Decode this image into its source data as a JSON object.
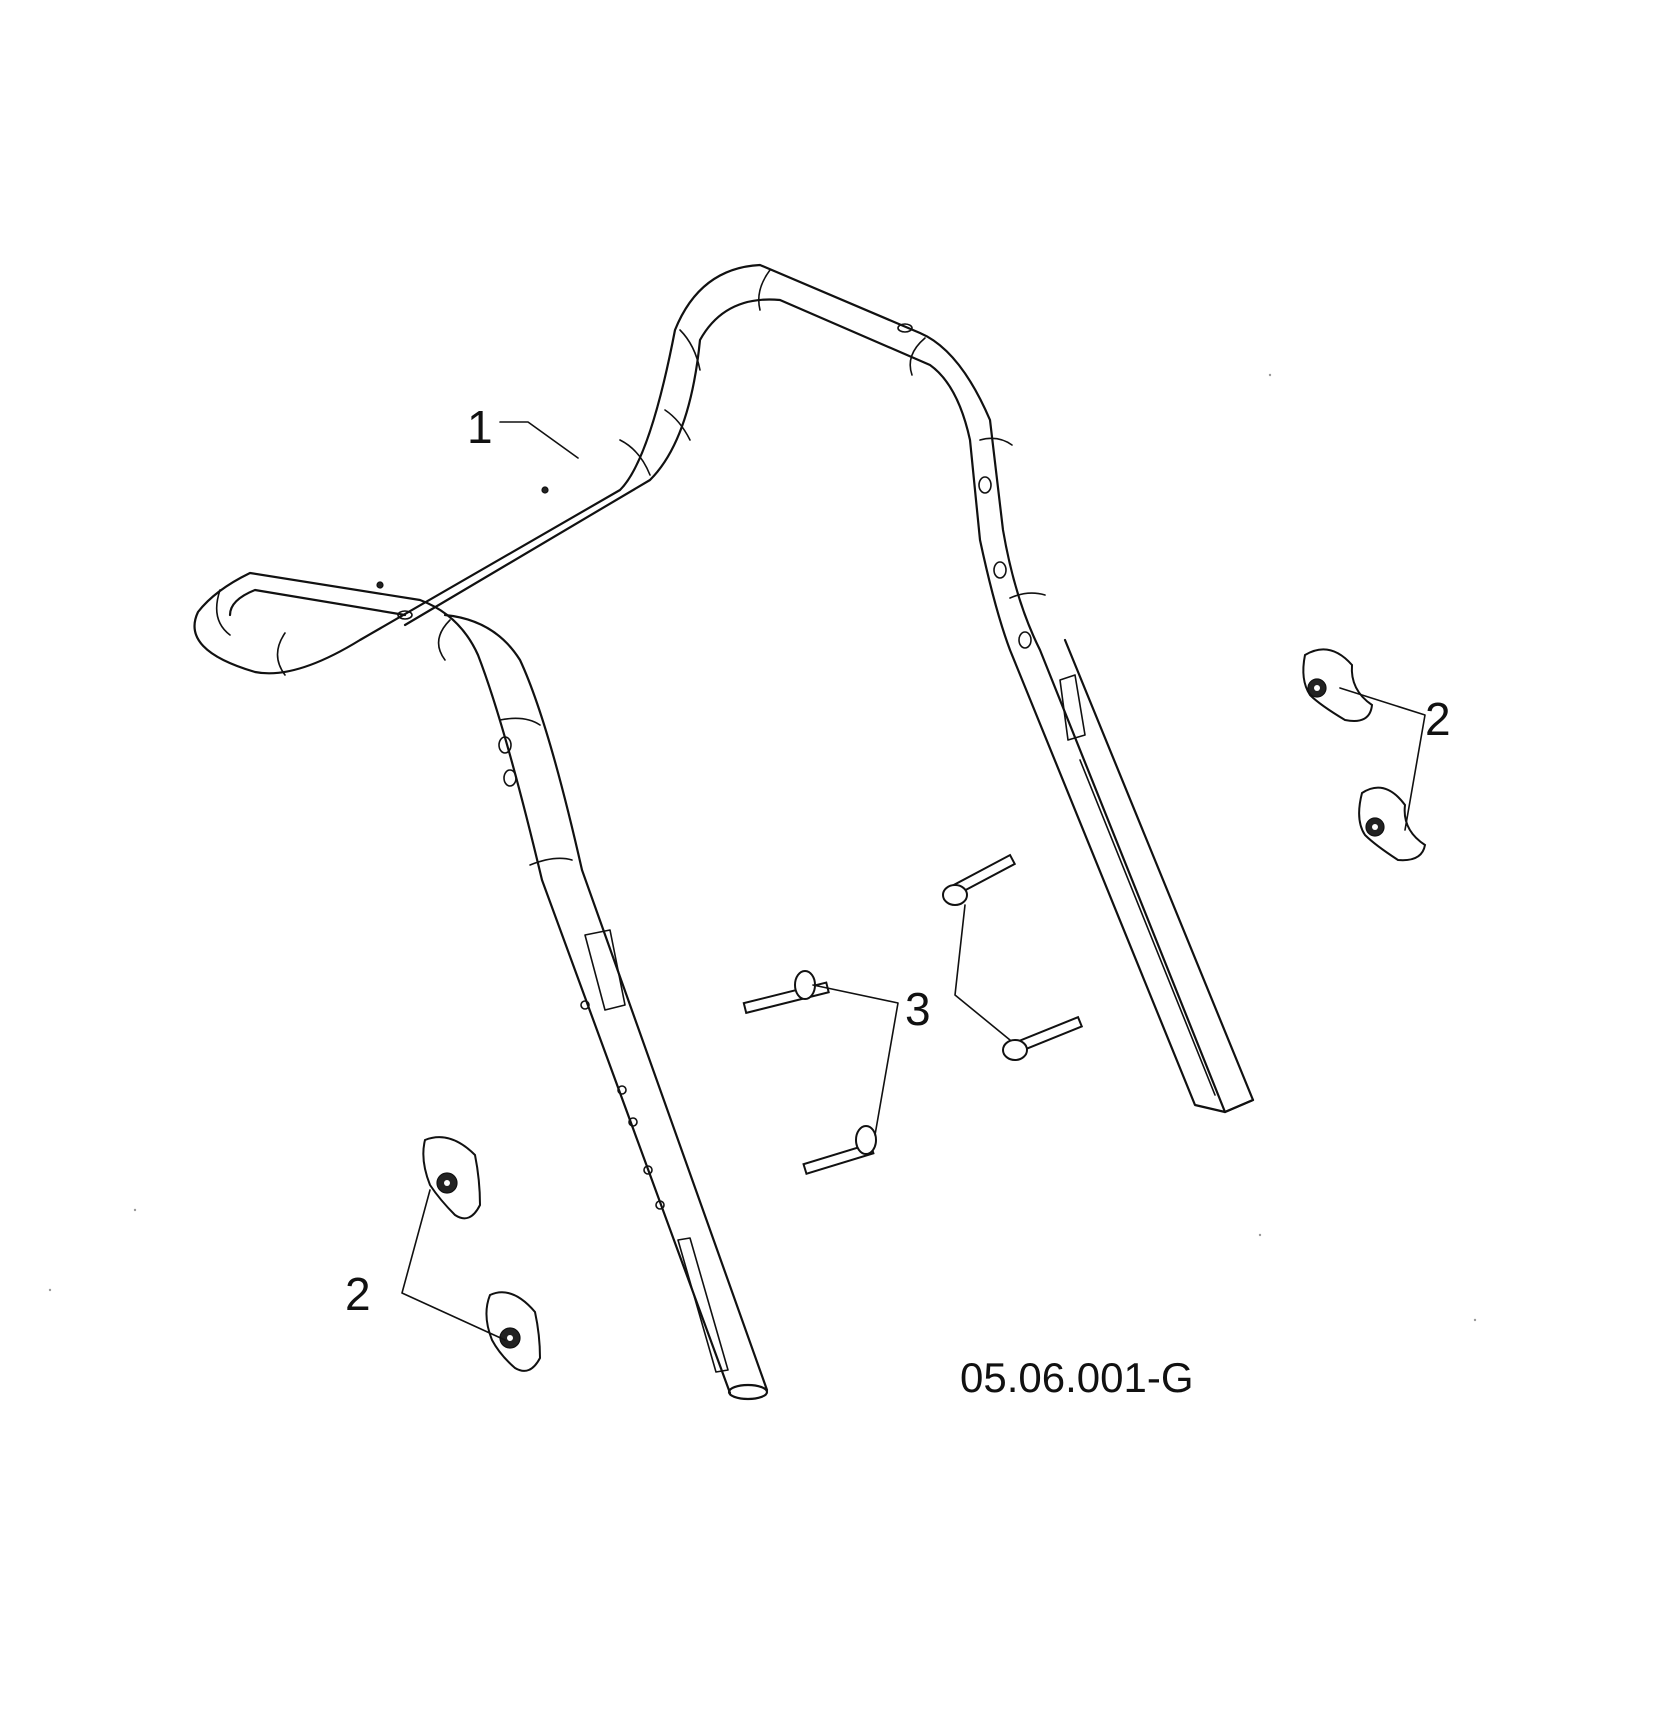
{
  "callouts": {
    "handle": "1",
    "knob_right": "2",
    "knob_left": "2",
    "bolts": "3"
  },
  "figure_code": "05.06.001-G"
}
